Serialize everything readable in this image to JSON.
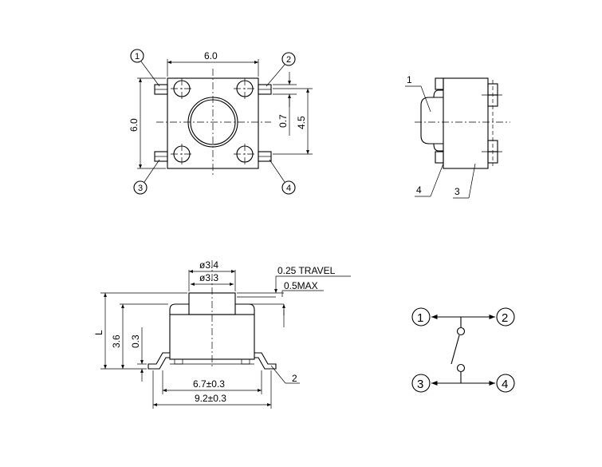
{
  "top_view": {
    "dim_width": "6.0",
    "dim_height": "6.0",
    "dim_pin_gap": "0.7",
    "dim_pitch": "4.5",
    "pins": [
      "1",
      "2",
      "3",
      "4"
    ]
  },
  "side_view": {
    "labels": [
      "1",
      "4",
      "3"
    ]
  },
  "front_view": {
    "dia_outer": "ø3.4",
    "dia_inner": "ø3.3",
    "travel": "0.25 TRAVEL",
    "max": "0.5MAX",
    "dim_L": "L",
    "dim_body": "3.6",
    "dim_lead": "0.3",
    "dim_inner_width": "6.7±0.3",
    "dim_outer_width": "9.2±0.3",
    "part_label": "2"
  },
  "schematic": {
    "pins": [
      "1",
      "2",
      "3",
      "4"
    ]
  },
  "colors": {
    "ink": "#000000",
    "background": "#ffffff"
  }
}
